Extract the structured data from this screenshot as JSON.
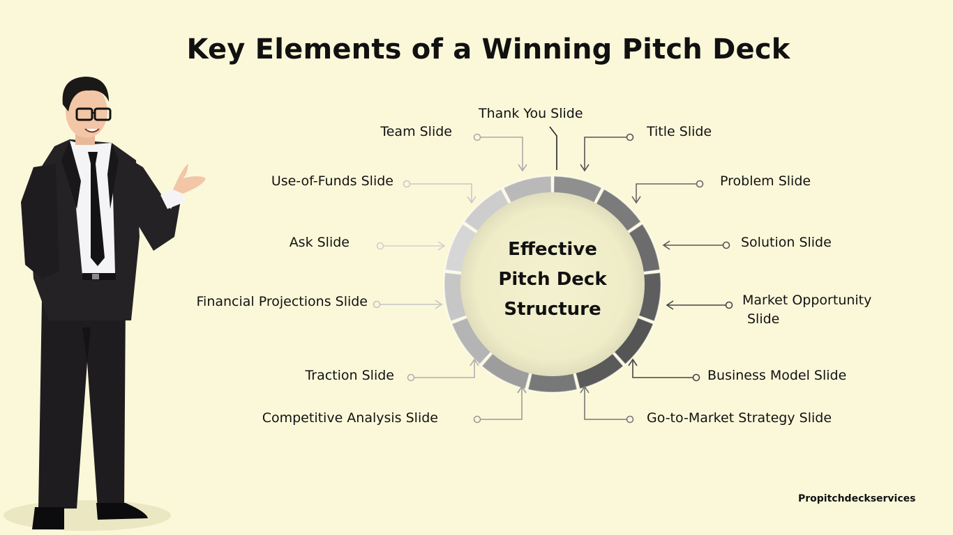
{
  "title": "Key Elements of a Winning Pitch Deck",
  "center": {
    "line1": "Effective",
    "line2": "Pitch Deck",
    "line3": "Structure"
  },
  "labels": {
    "thank_you": "Thank You Slide",
    "title_slide": "Title Slide",
    "problem": "Problem Slide",
    "solution": "Solution Slide",
    "market_line1": "Market Opportunity",
    "market_line2": "Slide",
    "business_model": "Business Model Slide",
    "go_to_market": "Go-to-Market Strategy Slide",
    "competitive": "Competitive Analysis Slide",
    "traction": "Traction Slide",
    "financial": "Financial Projections Slide",
    "ask": "Ask Slide",
    "use_of_funds": "Use-of-Funds  Slide",
    "team": "Team Slide"
  },
  "brand": "Propitchdeckservices"
}
